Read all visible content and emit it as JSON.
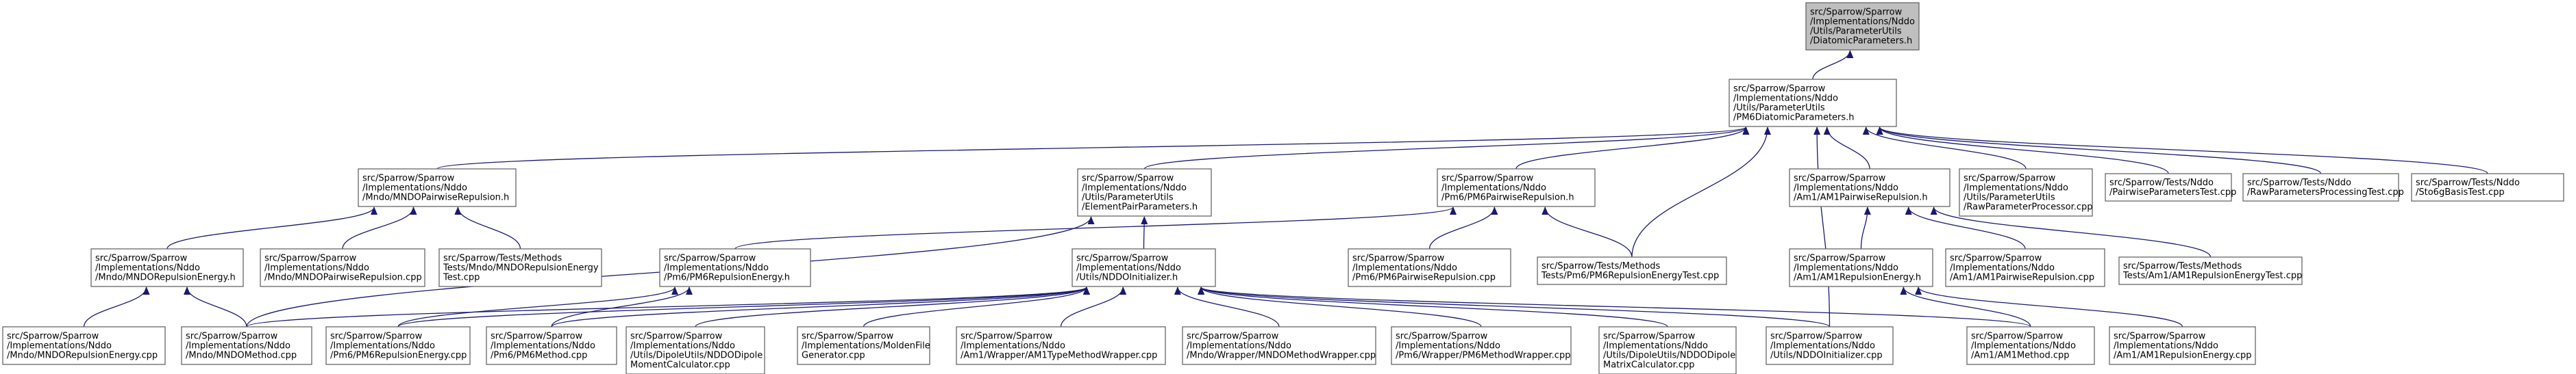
{
  "colors": {
    "edge": "#191970",
    "root_fill": "#bfbfbf",
    "node_border": "#666666",
    "background": "#ffffff"
  },
  "nodes": [
    {
      "id": "root",
      "lines": [
        "src/Sparrow/Sparrow",
        "/Implementations/Nddo",
        "/Utils/ParameterUtils",
        "/DiatomicParameters.h"
      ]
    },
    {
      "id": "pm6diat",
      "lines": [
        "src/Sparrow/Sparrow",
        "/Implementations/Nddo",
        "/Utils/ParameterUtils",
        "/PM6DiatomicParameters.h"
      ]
    },
    {
      "id": "mndopair",
      "lines": [
        "src/Sparrow/Sparrow",
        "/Implementations/Nddo",
        "/Mndo/MNDOPairwiseRepulsion.h"
      ]
    },
    {
      "id": "elempair",
      "lines": [
        "src/Sparrow/Sparrow",
        "/Implementations/Nddo",
        "/Utils/ParameterUtils",
        "/ElementPairParameters.h"
      ]
    },
    {
      "id": "pm6pair",
      "lines": [
        "src/Sparrow/Sparrow",
        "/Implementations/Nddo",
        "/Pm6/PM6PairwiseRepulsion.h"
      ]
    },
    {
      "id": "am1pair",
      "lines": [
        "src/Sparrow/Sparrow",
        "/Implementations/Nddo",
        "/Am1/AM1PairwiseRepulsion.h"
      ]
    },
    {
      "id": "rawproc",
      "lines": [
        "src/Sparrow/Sparrow",
        "/Implementations/Nddo",
        "/Utils/ParameterUtils",
        "/RawParameterProcessor.cpp"
      ]
    },
    {
      "id": "pairtest",
      "lines": [
        "src/Sparrow/Tests/Nddo",
        "/PairwiseParametersTest.cpp"
      ]
    },
    {
      "id": "rawtest",
      "lines": [
        "src/Sparrow/Tests/Nddo",
        "/RawParametersProcessingTest.cpp"
      ]
    },
    {
      "id": "sto6g",
      "lines": [
        "src/Sparrow/Tests/Nddo",
        "/Sto6gBasisTest.cpp"
      ]
    },
    {
      "id": "mndorepE",
      "lines": [
        "src/Sparrow/Sparrow",
        "/Implementations/Nddo",
        "/Mndo/MNDORepulsionEnergy.h"
      ]
    },
    {
      "id": "mndopaircpp",
      "lines": [
        "src/Sparrow/Sparrow",
        "/Implementations/Nddo",
        "/Mndo/MNDOPairwiseRepulsion.cpp"
      ]
    },
    {
      "id": "mndorepEtest",
      "lines": [
        "src/Sparrow/Tests/Methods",
        "Tests/Mndo/MNDORepulsionEnergy",
        "Test.cpp"
      ]
    },
    {
      "id": "pm6repE",
      "lines": [
        "src/Sparrow/Sparrow",
        "/Implementations/Nddo",
        "/Pm6/PM6RepulsionEnergy.h"
      ]
    },
    {
      "id": "nddoinit",
      "lines": [
        "src/Sparrow/Sparrow",
        "/Implementations/Nddo",
        "/Utils/NDDOInitializer.h"
      ]
    },
    {
      "id": "pm6paircpp",
      "lines": [
        "src/Sparrow/Sparrow",
        "/Implementations/Nddo",
        "/Pm6/PM6PairwiseRepulsion.cpp"
      ]
    },
    {
      "id": "pm6repEtest",
      "lines": [
        "src/Sparrow/Tests/Methods",
        "Tests/Pm6/PM6RepulsionEnergyTest.cpp"
      ]
    },
    {
      "id": "am1repE",
      "lines": [
        "src/Sparrow/Sparrow",
        "/Implementations/Nddo",
        "/Am1/AM1RepulsionEnergy.h"
      ]
    },
    {
      "id": "am1paircpp",
      "lines": [
        "src/Sparrow/Sparrow",
        "/Implementations/Nddo",
        "/Am1/AM1PairwiseRepulsion.cpp"
      ]
    },
    {
      "id": "am1repEtest",
      "lines": [
        "src/Sparrow/Tests/Methods",
        "Tests/Am1/AM1RepulsionEnergyTest.cpp"
      ]
    },
    {
      "id": "mndorepEcpp",
      "lines": [
        "src/Sparrow/Sparrow",
        "/Implementations/Nddo",
        "/Mndo/MNDORepulsionEnergy.cpp"
      ]
    },
    {
      "id": "mndomethod",
      "lines": [
        "src/Sparrow/Sparrow",
        "/Implementations/Nddo",
        "/Mndo/MNDOMethod.cpp"
      ]
    },
    {
      "id": "pm6repEcpp",
      "lines": [
        "src/Sparrow/Sparrow",
        "/Implementations/Nddo",
        "/Pm6/PM6RepulsionEnergy.cpp"
      ]
    },
    {
      "id": "pm6method",
      "lines": [
        "src/Sparrow/Sparrow",
        "/Implementations/Nddo",
        "/Pm6/PM6Method.cpp"
      ]
    },
    {
      "id": "dipmoment",
      "lines": [
        "src/Sparrow/Sparrow",
        "/Implementations/Nddo",
        "/Utils/DipoleUtils/NDDODipole",
        "MomentCalculator.cpp"
      ]
    },
    {
      "id": "molden",
      "lines": [
        "src/Sparrow/Sparrow",
        "/Implementations/MoldenFile",
        "Generator.cpp"
      ]
    },
    {
      "id": "am1wrap",
      "lines": [
        "src/Sparrow/Sparrow",
        "/Implementations/Nddo",
        "/Am1/Wrapper/AM1TypeMethodWrapper.cpp"
      ]
    },
    {
      "id": "mndowrap",
      "lines": [
        "src/Sparrow/Sparrow",
        "/Implementations/Nddo",
        "/Mndo/Wrapper/MNDOMethodWrapper.cpp"
      ]
    },
    {
      "id": "pm6wrap",
      "lines": [
        "src/Sparrow/Sparrow",
        "/Implementations/Nddo",
        "/Pm6/Wrapper/PM6MethodWrapper.cpp"
      ]
    },
    {
      "id": "dipmatrix",
      "lines": [
        "src/Sparrow/Sparrow",
        "/Implementations/Nddo",
        "/Utils/DipoleUtils/NDDODipole",
        "MatrixCalculator.cpp"
      ]
    },
    {
      "id": "nddoinitcpp",
      "lines": [
        "src/Sparrow/Sparrow",
        "/Implementations/Nddo",
        "/Utils/NDDOInitializer.cpp"
      ]
    },
    {
      "id": "am1method",
      "lines": [
        "src/Sparrow/Sparrow",
        "/Implementations/Nddo",
        "/Am1/AM1Method.cpp"
      ]
    },
    {
      "id": "am1repEcpp",
      "lines": [
        "src/Sparrow/Sparrow",
        "/Implementations/Nddo",
        "/Am1/AM1RepulsionEnergy.cpp"
      ]
    }
  ],
  "edges": [
    [
      "pm6diat",
      "root"
    ],
    [
      "mndopair",
      "pm6diat"
    ],
    [
      "elempair",
      "pm6diat"
    ],
    [
      "pm6pair",
      "pm6diat"
    ],
    [
      "am1pair",
      "pm6diat"
    ],
    [
      "rawproc",
      "pm6diat"
    ],
    [
      "pairtest",
      "pm6diat"
    ],
    [
      "rawtest",
      "pm6diat"
    ],
    [
      "sto6g",
      "pm6diat"
    ],
    [
      "pm6repEtest",
      "pm6diat"
    ],
    [
      "nddoinitcpp",
      "pm6diat"
    ],
    [
      "mndorepE",
      "mndopair"
    ],
    [
      "mndopaircpp",
      "mndopair"
    ],
    [
      "mndorepEtest",
      "mndopair"
    ],
    [
      "nddoinit",
      "elempair"
    ],
    [
      "mndomethod",
      "elempair"
    ],
    [
      "pm6repE",
      "pm6pair"
    ],
    [
      "pm6paircpp",
      "pm6pair"
    ],
    [
      "pm6repEtest",
      "pm6pair"
    ],
    [
      "am1repE",
      "am1pair"
    ],
    [
      "am1paircpp",
      "am1pair"
    ],
    [
      "am1repEtest",
      "am1pair"
    ],
    [
      "mndorepEcpp",
      "mndorepE"
    ],
    [
      "mndomethod",
      "mndorepE"
    ],
    [
      "pm6repEcpp",
      "pm6repE"
    ],
    [
      "pm6method",
      "pm6repE"
    ],
    [
      "am1method",
      "am1repE"
    ],
    [
      "am1repEcpp",
      "am1repE"
    ],
    [
      "mndomethod",
      "nddoinit"
    ],
    [
      "pm6repEcpp",
      "nddoinit"
    ],
    [
      "pm6method",
      "nddoinit"
    ],
    [
      "dipmoment",
      "nddoinit"
    ],
    [
      "molden",
      "nddoinit"
    ],
    [
      "am1wrap",
      "nddoinit"
    ],
    [
      "mndowrap",
      "nddoinit"
    ],
    [
      "pm6wrap",
      "nddoinit"
    ],
    [
      "dipmatrix",
      "nddoinit"
    ],
    [
      "nddoinitcpp",
      "nddoinit"
    ],
    [
      "am1method",
      "nddoinit"
    ]
  ]
}
